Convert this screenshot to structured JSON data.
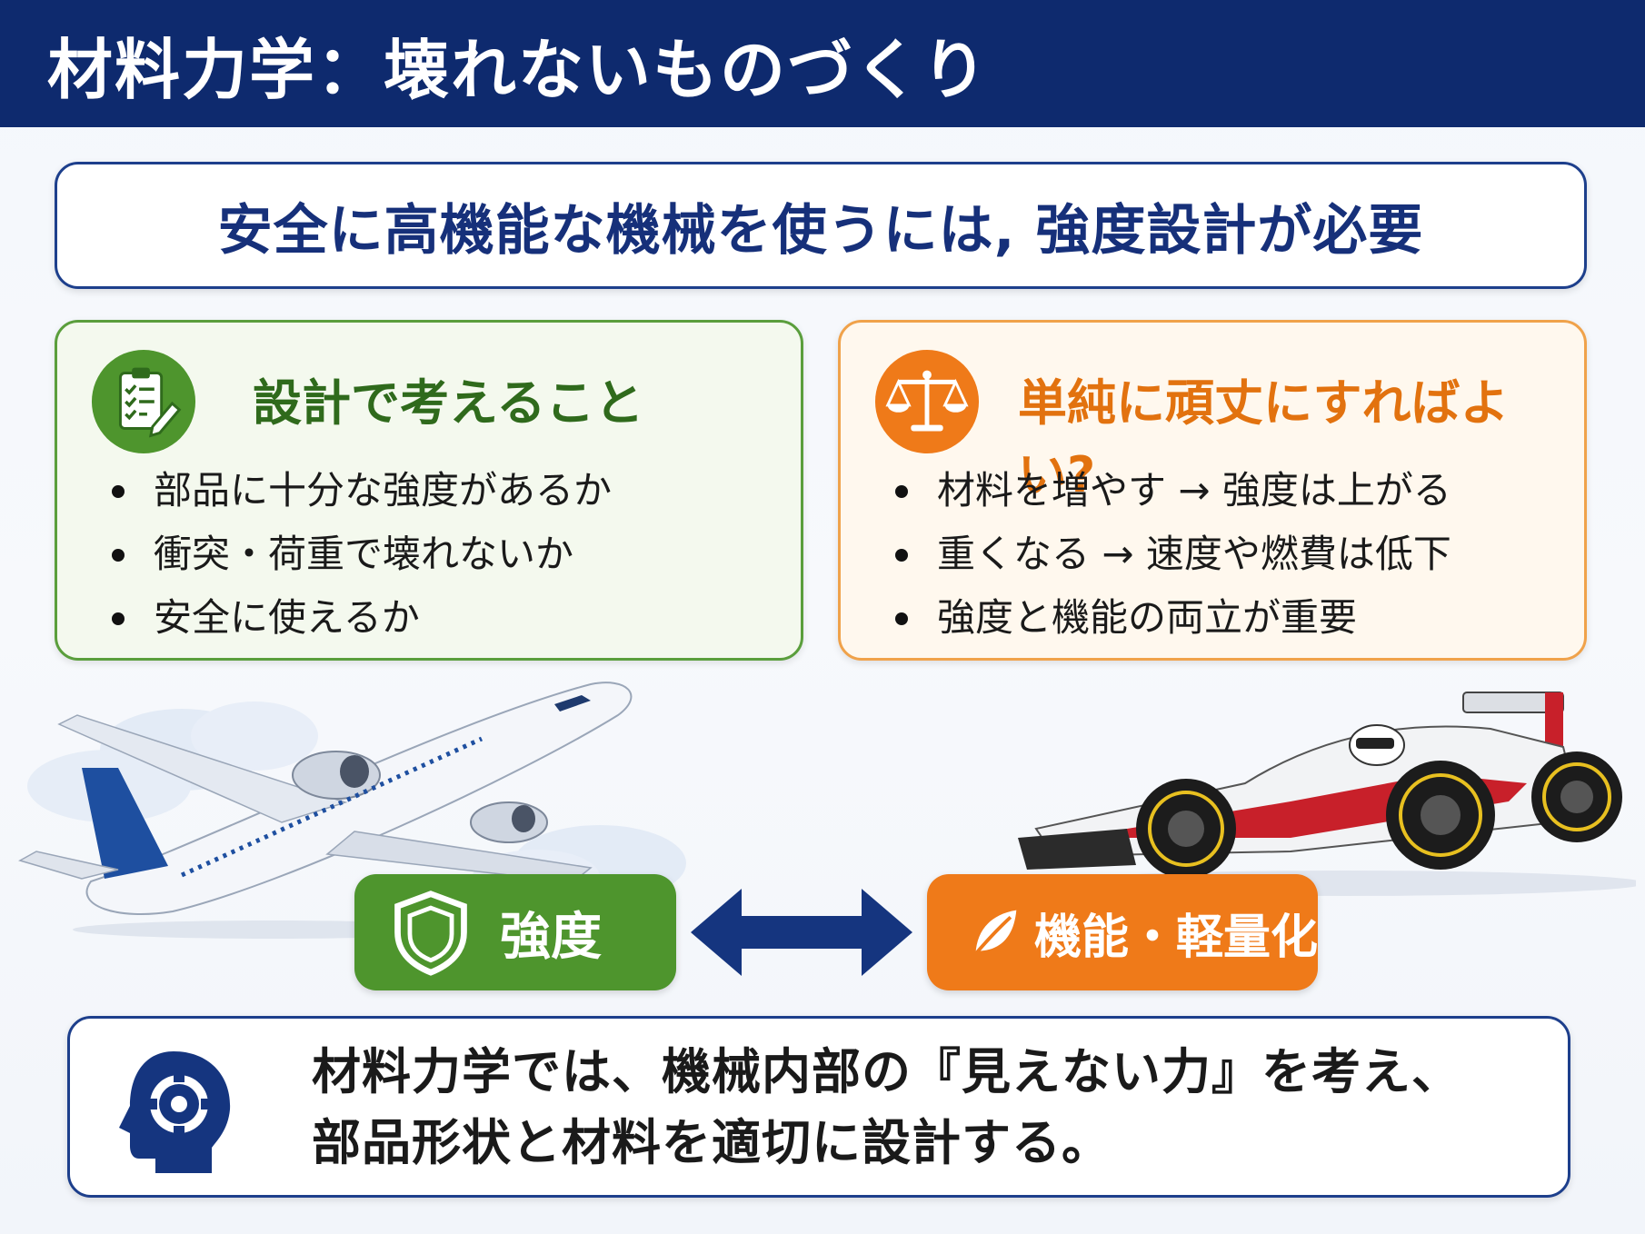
{
  "header": {
    "title": "材料力学：壊れないものづくり"
  },
  "banner": {
    "text": "安全に高機能な機械を使うには, 強度設計が必要"
  },
  "left_card": {
    "title": "設計で考えること",
    "icon": "clipboard-check-icon",
    "items": [
      "部品に十分な強度があるか",
      "衝突・荷重で壊れないか",
      "安全に使えるか"
    ]
  },
  "right_card": {
    "title": "単純に頑丈にすればよい?",
    "icon": "balance-scale-icon",
    "items": [
      "材料を増やす → 強度は上がる",
      "重くなる → 速度や燃費は低下",
      "強度と機能の両立が重要"
    ]
  },
  "tradeoff": {
    "left_label": "強度",
    "left_icon": "shield-icon",
    "right_label": "機能・軽量化",
    "right_icon": "leaf-icon",
    "arrow_icon": "double-arrow-icon"
  },
  "summary": {
    "icon": "head-gear-icon",
    "line1": "材料力学では、機械内部の『見えない力』を考え、",
    "line2": "部品形状と材料を適切に設計する。"
  },
  "colors": {
    "navy": "#0e2a6e",
    "green": "#4e952d",
    "orange": "#ef7a19"
  }
}
